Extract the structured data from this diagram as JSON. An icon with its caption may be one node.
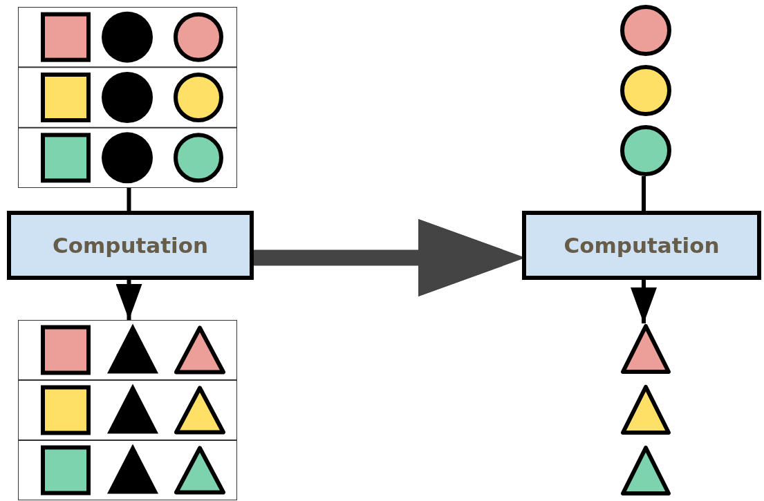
{
  "diagram": {
    "nodes": [
      {
        "text": [],
        "shape": "box"
      },
      {
        "text": [
          "Computation"
        ]
      },
      {
        "text": [],
        "shape": "box"
      },
      {
        "text": [],
        "shape": "circle"
      },
      {
        "text": [],
        "shape": "circle"
      },
      {
        "text": [],
        "shape": "circle"
      },
      {
        "text": [
          "Computation"
        ]
      },
      {
        "text": [],
        "shape": "triangle"
      },
      {
        "text": [],
        "shape": "triangle"
      },
      {
        "text": [],
        "shape": "triangle"
      }
    ],
    "edges": [
      {
        "from": 0,
        "to": 1,
        "arrow": "none"
      },
      {
        "from": 1,
        "to": 2,
        "arrow": "to"
      },
      {
        "from": 1,
        "to": 6,
        "arrow": "to",
        "style": "thick",
        "color": "#444444"
      },
      {
        "from": 5,
        "to": 6,
        "arrow": "none"
      },
      {
        "from": 6,
        "to": 7,
        "arrow": "to"
      }
    ]
  }
}
